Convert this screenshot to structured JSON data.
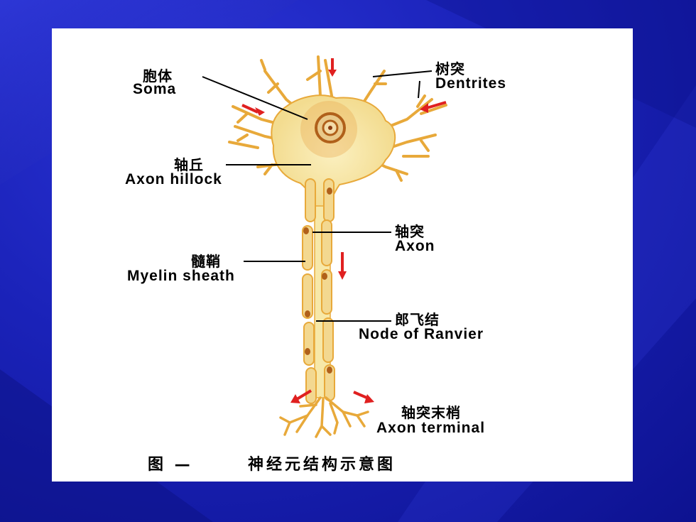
{
  "labels": {
    "soma": {
      "zh": "胞体",
      "en": "Soma"
    },
    "dendrites": {
      "zh": "树突",
      "en": "Dentrites"
    },
    "axon_hillock": {
      "zh": "轴丘",
      "en": "Axon hillock"
    },
    "axon": {
      "zh": "轴突",
      "en": "Axon"
    },
    "myelin_sheath": {
      "zh": "髓鞘",
      "en": "Myelin sheath"
    },
    "node_of_ranvier": {
      "zh": "郎飞结",
      "en": "Node of Ranvier"
    },
    "axon_terminal": {
      "zh": "轴突末梢",
      "en": "Axon terminal"
    }
  },
  "caption": {
    "prefix": "图 —",
    "title": "神经元结构示意图"
  },
  "colors": {
    "slide_bg": "#1a22b8",
    "cell_fill": "#f7e8a8",
    "cell_edge": "#e8a93a",
    "nucleus": "#c86a1a",
    "arrow": "#e02020",
    "leader": "#000000"
  }
}
